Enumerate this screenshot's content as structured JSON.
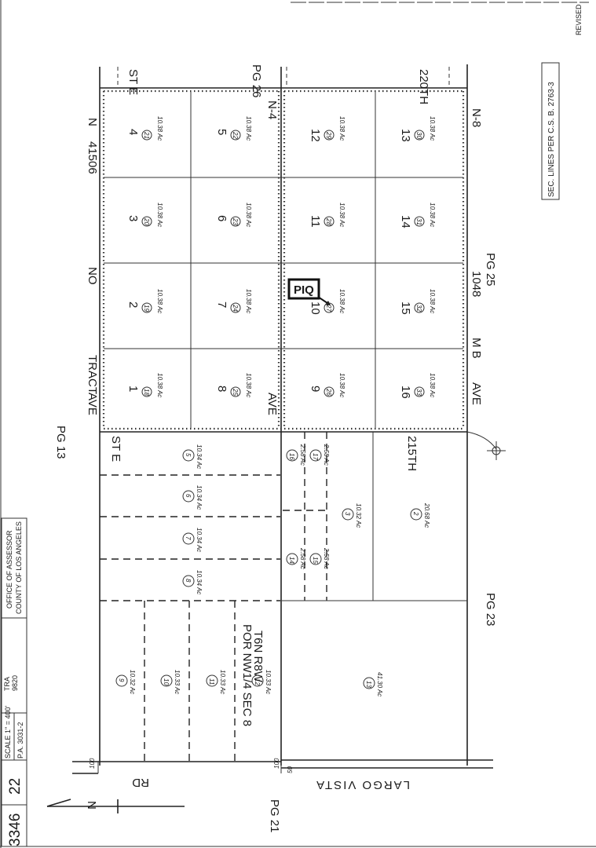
{
  "title_block": {
    "office": "OFFICE OF ASSESSOR",
    "county": "COUNTY OF LOS ANGELES",
    "tra_label": "TRA",
    "tra": "9820",
    "scale": "SCALE 1\" = 400'",
    "pa": "P.A. 3031-2",
    "page": "22",
    "book": "3346"
  },
  "revised": "REVISED",
  "sec_note": "SEC. LINES PER C.S. B. 2763-3",
  "north_label": "N",
  "page_refs": {
    "pg26": "PG 26",
    "pg13": "PG 13",
    "pg25": "PG 25",
    "pg23": "PG 23",
    "pg21": "PG 21"
  },
  "streets": {
    "st_e_top": "ST E",
    "220th": "220TH",
    "st_e_bottom": "ST E",
    "215th": "215TH",
    "ave_left": "AVE",
    "ave_mid": "AVE",
    "ave_right": "AVE",
    "n4": "N-4",
    "n8": "N-8",
    "n_top": "N",
    "largo_vista": "LARGO VISTA",
    "rd": "RD"
  },
  "tract": {
    "tract": "TRACT",
    "no": "NO",
    "number": "41506",
    "mb": "M B",
    "mb_number": "1048"
  },
  "section": {
    "por": "POR NW1/4 SEC 8",
    "twp": "T6N R8W"
  },
  "piq_label": "PIQ",
  "tract_lots": [
    {
      "lot": "4",
      "parcel": "21",
      "area": "10.38 Ac"
    },
    {
      "lot": "3",
      "parcel": "20",
      "area": "10.38 Ac"
    },
    {
      "lot": "2",
      "parcel": "19",
      "area": "10.38 Ac"
    },
    {
      "lot": "1",
      "parcel": "18",
      "area": "10.38 Ac"
    },
    {
      "lot": "5",
      "parcel": "22",
      "area": "10.38 Ac"
    },
    {
      "lot": "6",
      "parcel": "23",
      "area": "10.38 Ac"
    },
    {
      "lot": "7",
      "parcel": "24",
      "area": "10.38 Ac"
    },
    {
      "lot": "8",
      "parcel": "25",
      "area": "10.38 Ac"
    },
    {
      "lot": "12",
      "parcel": "29",
      "area": "10.38 Ac"
    },
    {
      "lot": "11",
      "parcel": "28",
      "area": "10.38 Ac"
    },
    {
      "lot": "10",
      "parcel": "27",
      "area": "10.38 Ac"
    },
    {
      "lot": "9",
      "parcel": "26",
      "area": "10.38 Ac"
    },
    {
      "lot": "13",
      "parcel": "30",
      "area": "10.38 Ac"
    },
    {
      "lot": "14",
      "parcel": "31",
      "area": "10.38 Ac"
    },
    {
      "lot": "15",
      "parcel": "32",
      "area": "10.38 Ac"
    },
    {
      "lot": "16",
      "parcel": "33",
      "area": "10.38 Ac"
    }
  ],
  "section_parcels": [
    {
      "parcel": "5",
      "area": "10.34 Ac"
    },
    {
      "parcel": "6",
      "area": "10.34 Ac"
    },
    {
      "parcel": "7",
      "area": "10.34 Ac"
    },
    {
      "parcel": "8",
      "area": "10.34 Ac"
    },
    {
      "parcel": "9",
      "area": "10.32 Ac"
    },
    {
      "parcel": "10",
      "area": "10.33 Ac"
    },
    {
      "parcel": "11",
      "area": "10.33 Ac"
    },
    {
      "parcel": "12",
      "area": "10.33 Ac"
    },
    {
      "parcel": "16",
      "area": "2.58 Ac"
    },
    {
      "parcel": "17",
      "area": "2.58 Ac"
    },
    {
      "parcel": "14",
      "area": "2.58 Ac"
    },
    {
      "parcel": "15",
      "area": "2.58 Ac"
    },
    {
      "parcel": "3",
      "area": "10.32 Ac"
    },
    {
      "parcel": "2",
      "area": "20.68 Ac"
    },
    {
      "parcel": "13",
      "area": "41.30 Ac"
    }
  ],
  "edge_dims": {
    "left_a": "100",
    "left_b": "100",
    "left_c": "50"
  }
}
